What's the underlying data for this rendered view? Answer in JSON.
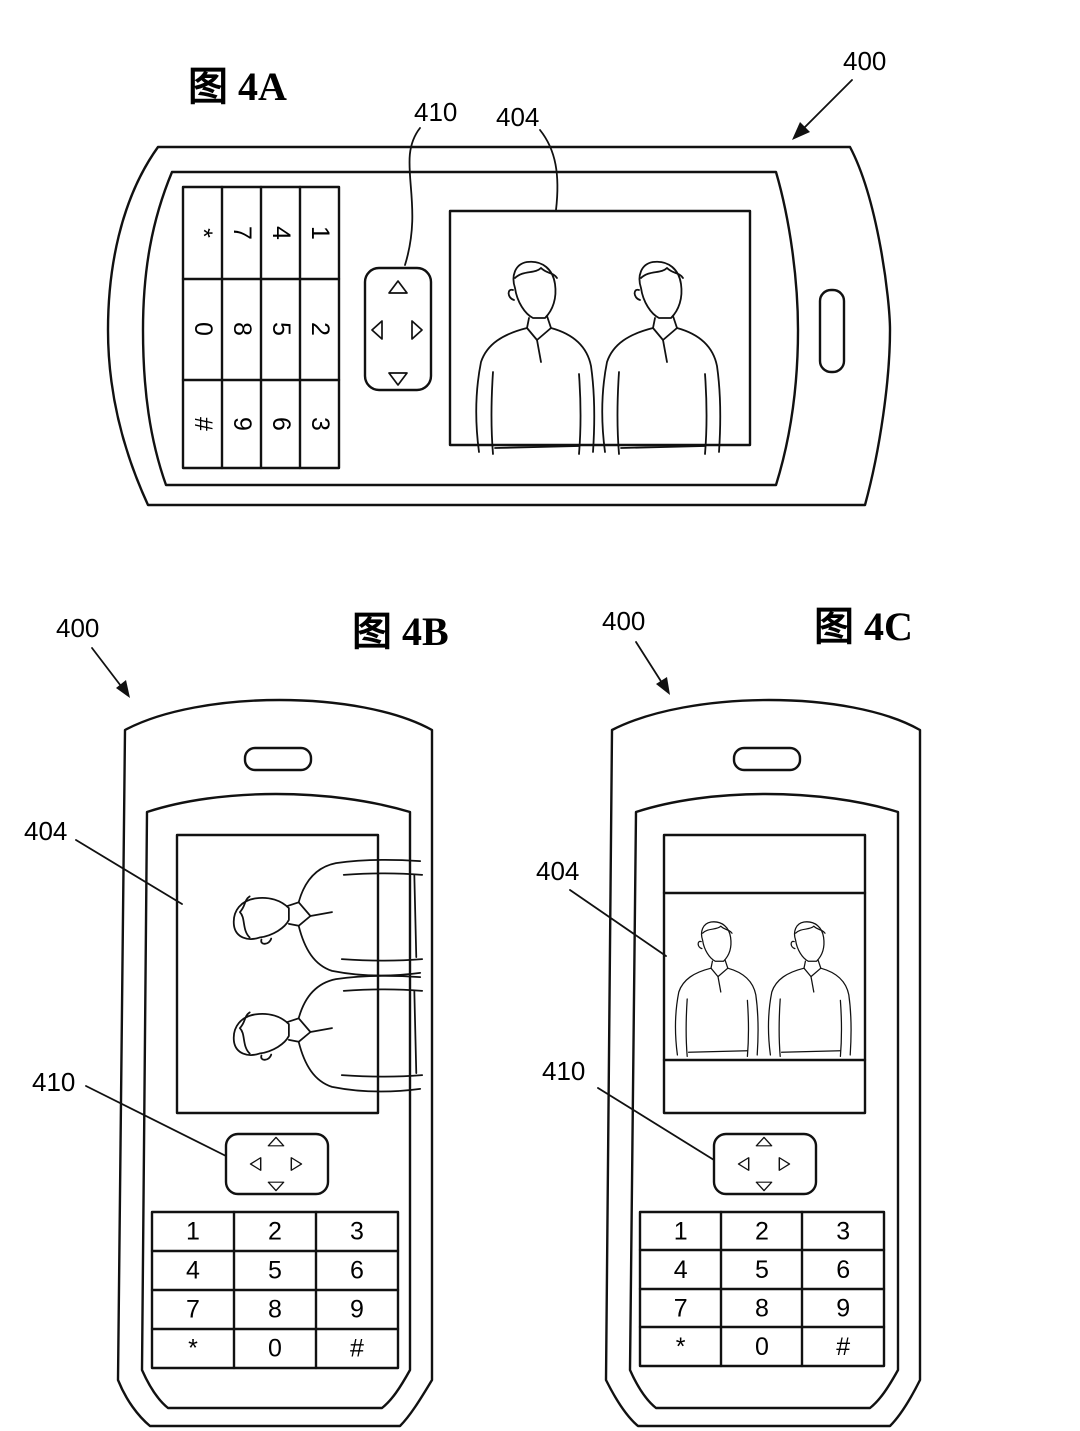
{
  "figures": {
    "fig_4a": {
      "title": "图 4A",
      "device_ref": "400",
      "dpad_ref": "410",
      "screen_ref": "404"
    },
    "fig_4b": {
      "title": "图 4B",
      "device_ref": "400",
      "dpad_ref": "410",
      "screen_ref": "404"
    },
    "fig_4c": {
      "title": "图 4C",
      "device_ref": "400",
      "dpad_ref": "410",
      "screen_ref": "404"
    }
  },
  "keypad": {
    "rows": [
      [
        "1",
        "2",
        "3"
      ],
      [
        "4",
        "5",
        "6"
      ],
      [
        "7",
        "8",
        "9"
      ],
      [
        "*",
        "0",
        "#"
      ]
    ]
  },
  "icons": {
    "dpad": "dpad-arrows-icon",
    "person": "person-figure-icon",
    "leader": "leader-arrow-icon"
  },
  "colors": {
    "ink": "#111111",
    "paper": "#ffffff"
  }
}
